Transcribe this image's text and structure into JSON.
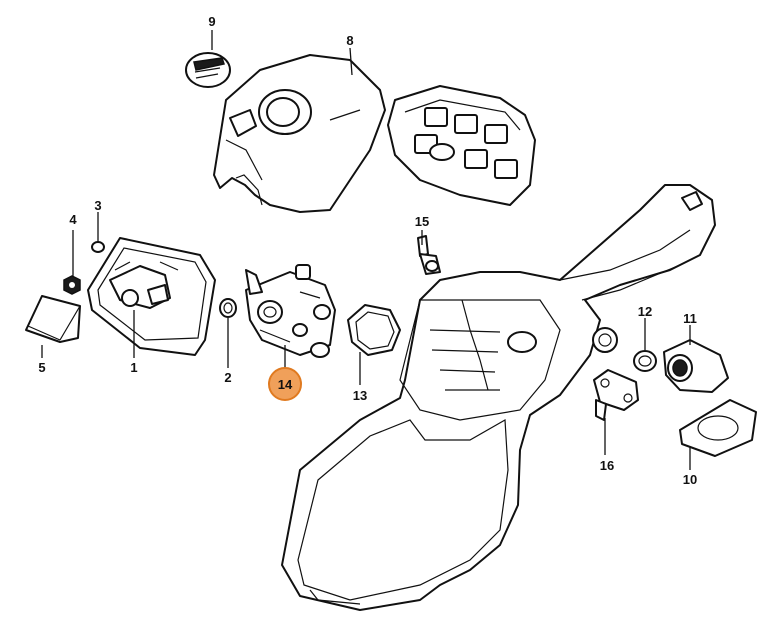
{
  "diagram": {
    "highlight_color": "#f0a05a",
    "highlight_stroke": "#e07a20",
    "callouts": {
      "c1": "1",
      "c2": "2",
      "c3": "3",
      "c4": "4",
      "c5": "5",
      "c8": "8",
      "c9": "9",
      "c10": "10",
      "c11": "11",
      "c12": "12",
      "c13": "13",
      "c14": "14",
      "c15": "15",
      "c16": "16"
    }
  }
}
